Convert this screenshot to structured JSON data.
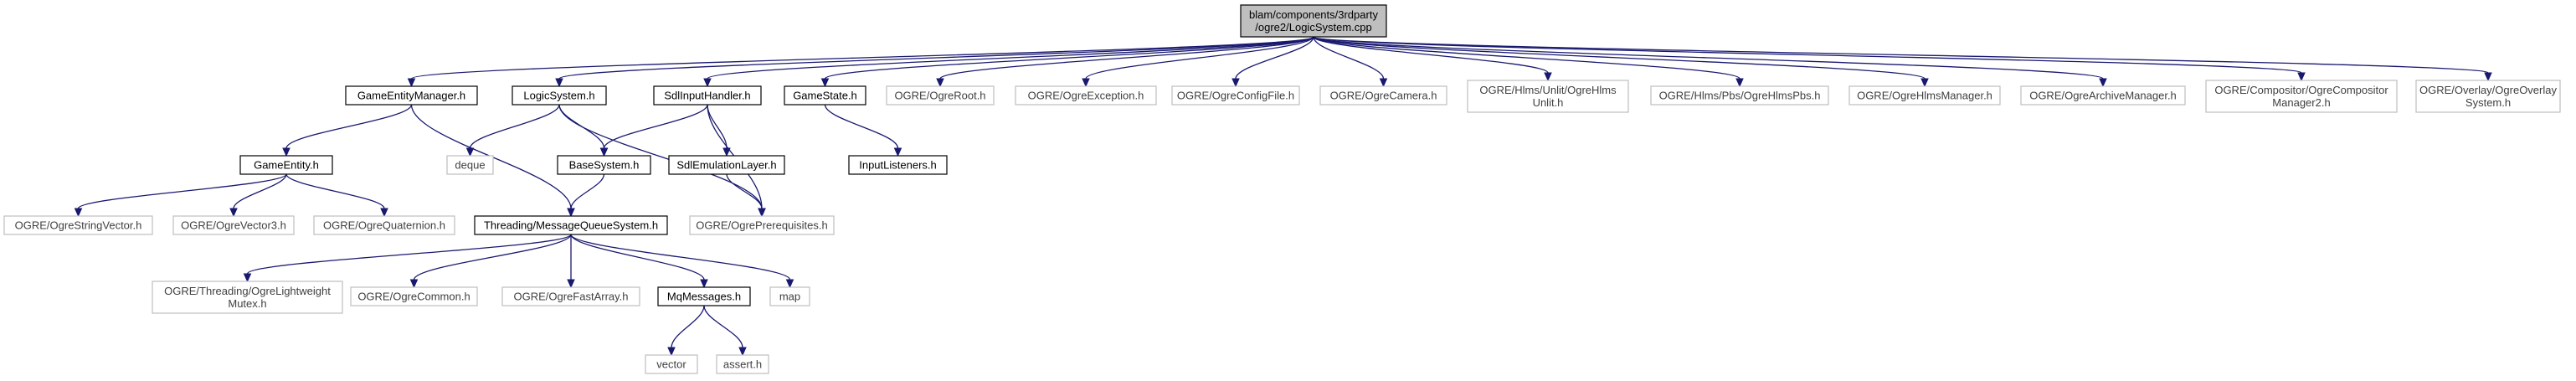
{
  "colors": {
    "root_fill": "#bfbfbf",
    "edge": "#191970",
    "local_border": "#000000",
    "external_border": "#bfbfbf"
  },
  "nodes": {
    "root": {
      "lines": [
        "blam/components/3rdparty",
        "/ogre2/LogicSystem.cpp"
      ],
      "kind": "root"
    },
    "gem": {
      "lines": [
        "GameEntityManager.h"
      ],
      "kind": "local"
    },
    "ls": {
      "lines": [
        "LogicSystem.h"
      ],
      "kind": "local"
    },
    "sih": {
      "lines": [
        "SdlInputHandler.h"
      ],
      "kind": "local"
    },
    "gs": {
      "lines": [
        "GameState.h"
      ],
      "kind": "local"
    },
    "root_h": {
      "lines": [
        "OGRE/OgreRoot.h"
      ],
      "kind": "external"
    },
    "exc": {
      "lines": [
        "OGRE/OgreException.h"
      ],
      "kind": "external"
    },
    "cfg": {
      "lines": [
        "OGRE/OgreConfigFile.h"
      ],
      "kind": "external"
    },
    "cam": {
      "lines": [
        "OGRE/OgreCamera.h"
      ],
      "kind": "external"
    },
    "unlit": {
      "lines": [
        "OGRE/Hlms/Unlit/OgreHlms",
        "Unlit.h"
      ],
      "kind": "external"
    },
    "pbs": {
      "lines": [
        "OGRE/Hlms/Pbs/OgreHlmsPbs.h"
      ],
      "kind": "external"
    },
    "hmgr": {
      "lines": [
        "OGRE/OgreHlmsManager.h"
      ],
      "kind": "external"
    },
    "arch": {
      "lines": [
        "OGRE/OgreArchiveManager.h"
      ],
      "kind": "external"
    },
    "comp": {
      "lines": [
        "OGRE/Compositor/OgreCompositor",
        "Manager2.h"
      ],
      "kind": "external"
    },
    "ovl": {
      "lines": [
        "OGRE/Overlay/OgreOverlay",
        "System.h"
      ],
      "kind": "external"
    },
    "ge": {
      "lines": [
        "GameEntity.h"
      ],
      "kind": "local"
    },
    "deque": {
      "lines": [
        "deque"
      ],
      "kind": "external"
    },
    "bs": {
      "lines": [
        "BaseSystem.h"
      ],
      "kind": "local"
    },
    "sel": {
      "lines": [
        "SdlEmulationLayer.h"
      ],
      "kind": "local"
    },
    "il": {
      "lines": [
        "InputListeners.h"
      ],
      "kind": "local"
    },
    "sv": {
      "lines": [
        "OGRE/OgreStringVector.h"
      ],
      "kind": "external"
    },
    "v3": {
      "lines": [
        "OGRE/OgreVector3.h"
      ],
      "kind": "external"
    },
    "quat": {
      "lines": [
        "OGRE/OgreQuaternion.h"
      ],
      "kind": "external"
    },
    "mqs": {
      "lines": [
        "Threading/MessageQueueSystem.h"
      ],
      "kind": "local"
    },
    "prereq": {
      "lines": [
        "OGRE/OgrePrerequisites.h"
      ],
      "kind": "external"
    },
    "lwm": {
      "lines": [
        "OGRE/Threading/OgreLightweight",
        "Mutex.h"
      ],
      "kind": "external"
    },
    "common": {
      "lines": [
        "OGRE/OgreCommon.h"
      ],
      "kind": "external"
    },
    "fa": {
      "lines": [
        "OGRE/OgreFastArray.h"
      ],
      "kind": "external"
    },
    "mqm": {
      "lines": [
        "MqMessages.h"
      ],
      "kind": "local"
    },
    "map": {
      "lines": [
        "map"
      ],
      "kind": "external"
    },
    "vector": {
      "lines": [
        "vector"
      ],
      "kind": "external"
    },
    "assert": {
      "lines": [
        "assert.h"
      ],
      "kind": "external"
    }
  },
  "edges": [
    [
      "root",
      "gem"
    ],
    [
      "root",
      "ls"
    ],
    [
      "root",
      "sih"
    ],
    [
      "root",
      "gs"
    ],
    [
      "root",
      "root_h"
    ],
    [
      "root",
      "exc"
    ],
    [
      "root",
      "cfg"
    ],
    [
      "root",
      "cam"
    ],
    [
      "root",
      "unlit"
    ],
    [
      "root",
      "pbs"
    ],
    [
      "root",
      "hmgr"
    ],
    [
      "root",
      "arch"
    ],
    [
      "root",
      "comp"
    ],
    [
      "root",
      "ovl"
    ],
    [
      "gem",
      "ge"
    ],
    [
      "gem",
      "mqs"
    ],
    [
      "ls",
      "deque"
    ],
    [
      "ls",
      "bs"
    ],
    [
      "ls",
      "prereq"
    ],
    [
      "sih",
      "bs"
    ],
    [
      "sih",
      "sel"
    ],
    [
      "sih",
      "prereq"
    ],
    [
      "gs",
      "il"
    ],
    [
      "ge",
      "sv"
    ],
    [
      "ge",
      "v3"
    ],
    [
      "ge",
      "quat"
    ],
    [
      "bs",
      "mqs"
    ],
    [
      "sel",
      "prereq"
    ],
    [
      "mqs",
      "lwm"
    ],
    [
      "mqs",
      "common"
    ],
    [
      "mqs",
      "fa"
    ],
    [
      "mqs",
      "mqm"
    ],
    [
      "mqs",
      "map"
    ],
    [
      "mqm",
      "vector"
    ],
    [
      "mqm",
      "assert"
    ]
  ]
}
